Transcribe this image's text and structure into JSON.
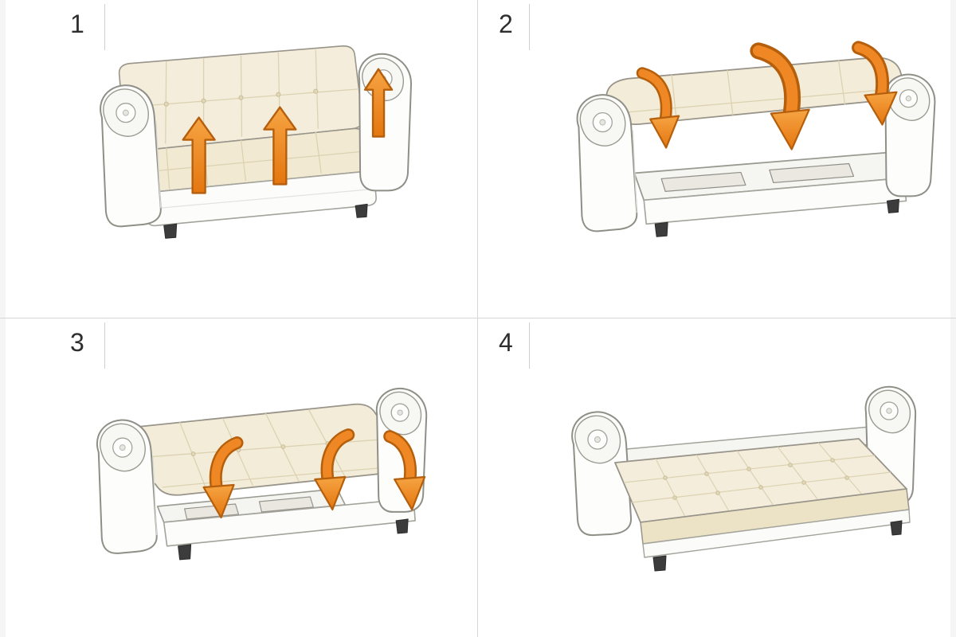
{
  "page": {
    "background": "#ffffff",
    "divider_color": "#d6d6d6"
  },
  "steps": [
    {
      "number": "1"
    },
    {
      "number": "2"
    },
    {
      "number": "3"
    },
    {
      "number": "4"
    }
  ],
  "icons": {
    "step1_arrows": "three-up-arrows",
    "step2_arrows": "three-curved-down-arrows",
    "step3_arrows": "three-curved-down-arrows",
    "step4_arrows": "none"
  },
  "colors": {
    "arrow_fill": "#ee8724",
    "arrow_edge": "#b55f0c",
    "cushion_cream": "#f3ecd8",
    "sofa_white": "#fdfdfc",
    "outline_gray": "#8f8f87",
    "seam_beige": "#dcd2b2",
    "feet_dark": "#3c3c3c",
    "label_text": "#2e2e2e",
    "label_rule": "#cfcfcf"
  }
}
